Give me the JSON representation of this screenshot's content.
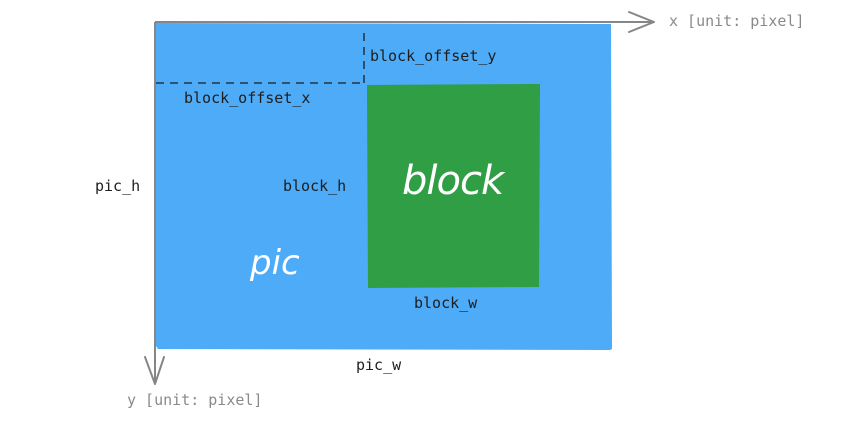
{
  "diagram": {
    "colors": {
      "pic_fill": "#4dabf7",
      "block_fill": "#2f9e44",
      "axis": "#868686",
      "label_text": "#1e1e1e",
      "axis_label_text": "#8a8a8a",
      "dashed_line": "#1e1e1e",
      "handwritten_text": "#ffffff"
    },
    "axes": {
      "x_label": "x [unit: pixel]",
      "y_label": "y [unit: pixel]"
    },
    "pic": {
      "name": "pic",
      "width_label": "pic_w",
      "height_label": "pic_h"
    },
    "block": {
      "name": "block",
      "width_label": "block_w",
      "height_label": "block_h",
      "offset_x_label": "block_offset_x",
      "offset_y_label": "block_offset_y"
    }
  }
}
